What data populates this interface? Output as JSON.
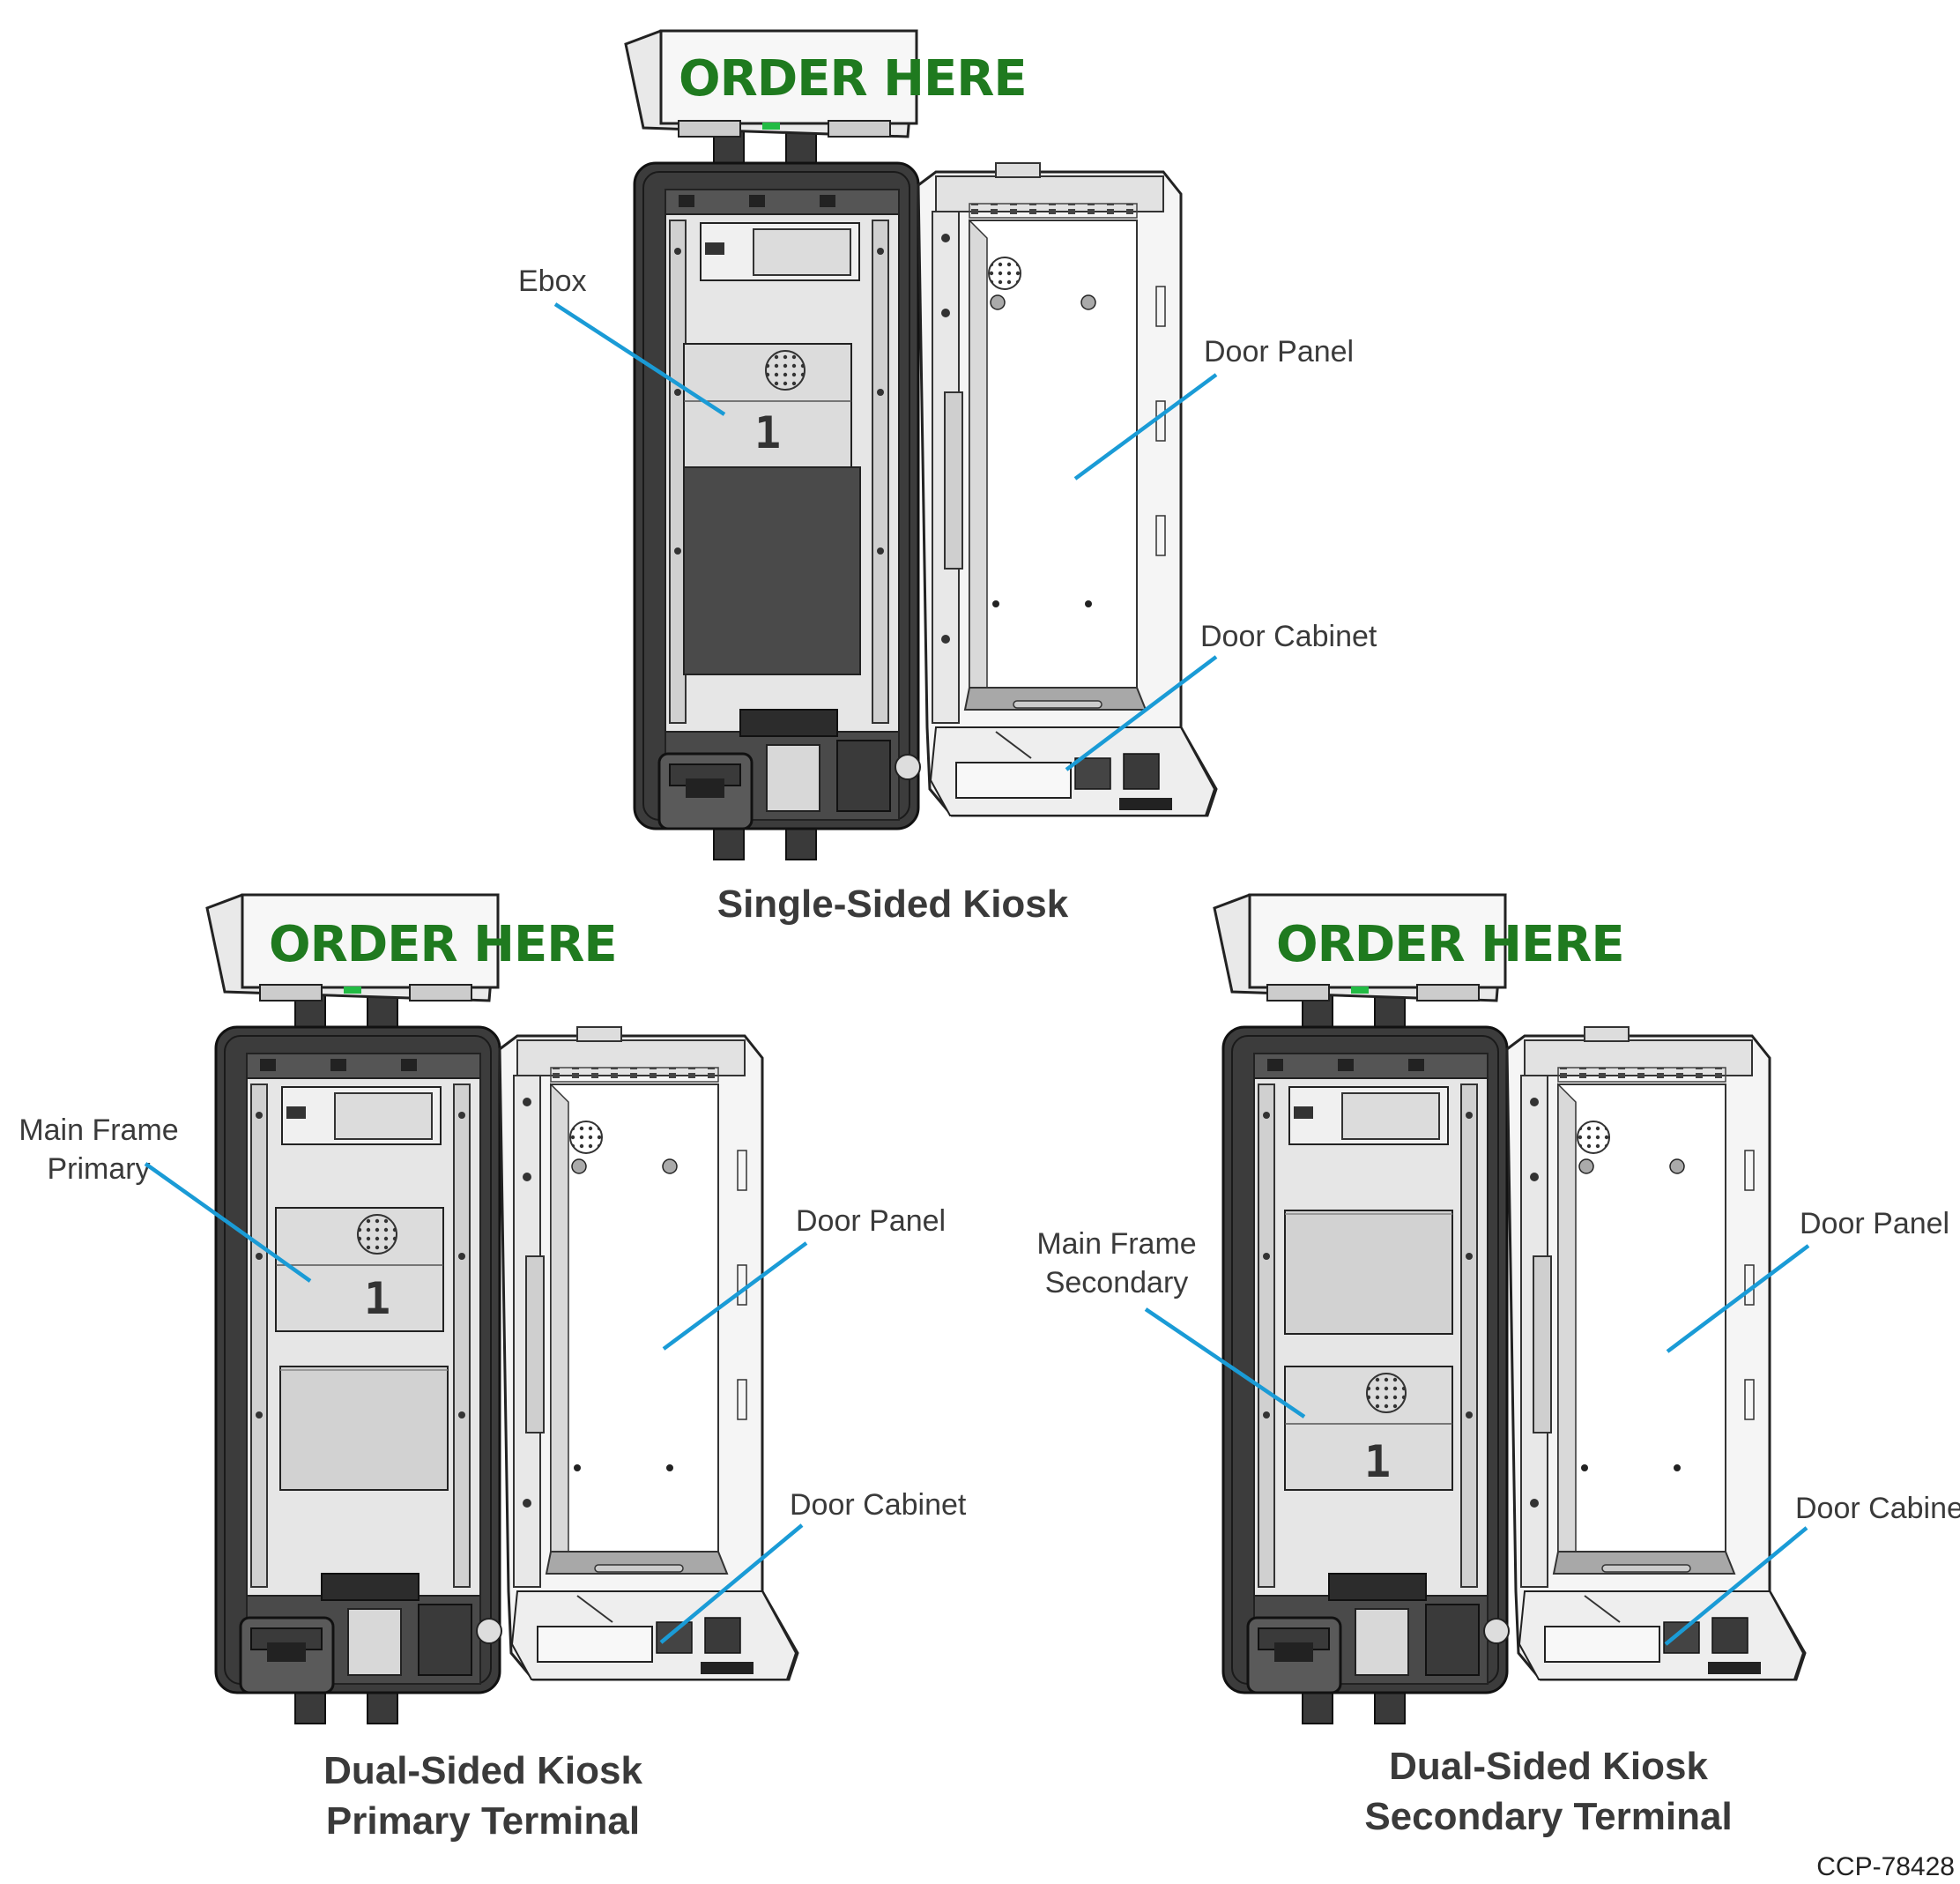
{
  "sign_text": "ORDER HERE",
  "module_number": "1",
  "reference": "CCP-78428",
  "colors": {
    "leader": "#1a9bd6",
    "sign_text": "#1f7a1f",
    "frame": "#3c3c3c"
  },
  "single": {
    "caption": "Single-Sided Kiosk",
    "ebox": "Ebox",
    "door_panel": "Door Panel",
    "door_cabinet": "Door Cabinet"
  },
  "primary": {
    "caption_line1": "Dual-Sided Kiosk",
    "caption_line2": "Primary Terminal",
    "main_frame_line1": "Main Frame",
    "main_frame_line2": "Primary",
    "door_panel": "Door Panel",
    "door_cabinet": "Door Cabinet"
  },
  "secondary": {
    "caption_line1": "Dual-Sided Kiosk",
    "caption_line2": "Secondary Terminal",
    "main_frame_line1": "Main Frame",
    "main_frame_line2": "Secondary",
    "door_panel": "Door Panel",
    "door_cabinet": "Door Cabinet"
  }
}
